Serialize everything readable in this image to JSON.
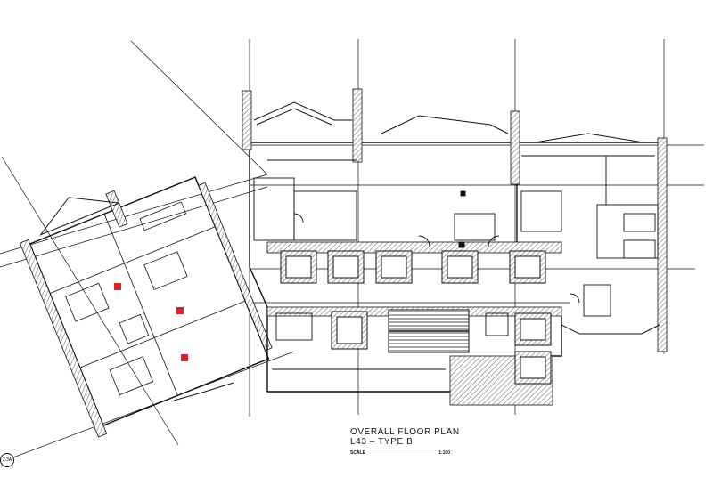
{
  "title_block": {
    "title": "OVERALL FLOOR PLAN",
    "subtitle": "L43 – TYPE B",
    "scale_label": "SCALE",
    "scale_value": "1:100"
  },
  "grid_bubble": {
    "label": "2.3A"
  },
  "colors": {
    "linework": "#111111",
    "marker": "#e0202a",
    "hatch": "#9a9a9a",
    "background": "#ffffff"
  }
}
